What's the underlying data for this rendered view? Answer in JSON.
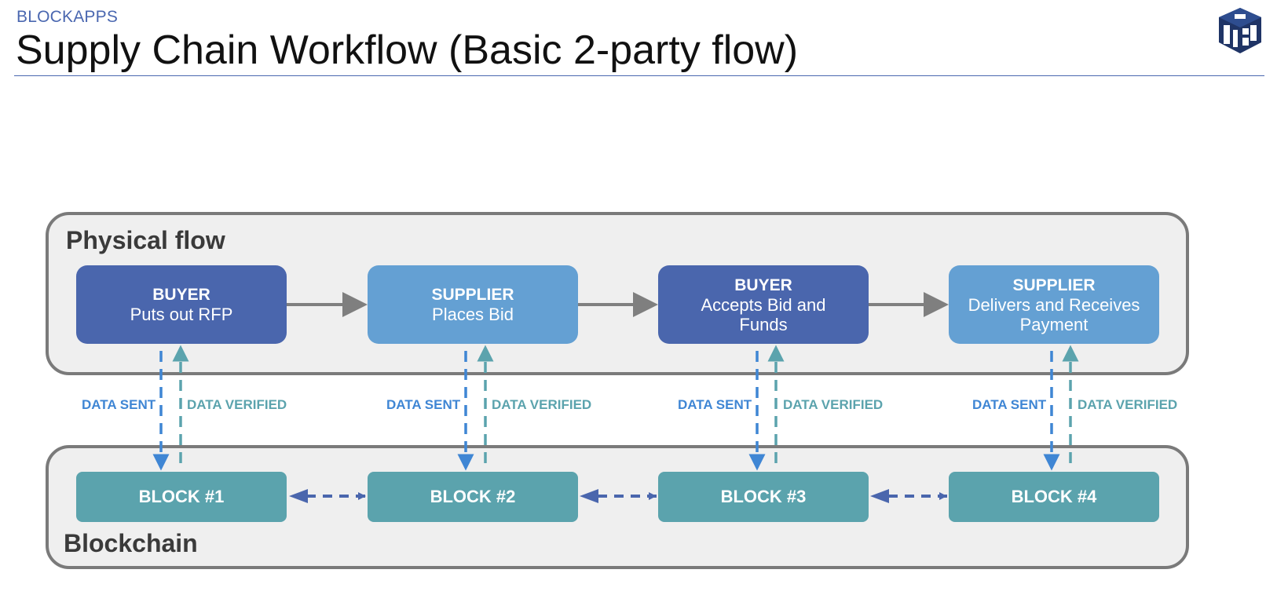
{
  "header": {
    "brand": "BLOCKAPPS",
    "title": "Supply Chain Workflow (Basic 2-party flow)"
  },
  "physical_flow": {
    "label": "Physical flow",
    "steps": [
      {
        "role": "BUYER",
        "action": "Puts out RFP",
        "style": "dark"
      },
      {
        "role": "SUPPLIER",
        "action": "Places Bid",
        "style": "light"
      },
      {
        "role": "BUYER",
        "action": "Accepts Bid and Funds",
        "style": "dark"
      },
      {
        "role": "SUPPLIER",
        "action": "Delivers and Receives Payment",
        "style": "light"
      }
    ]
  },
  "data_exchange": {
    "sent_label": "DATA SENT",
    "verified_label": "DATA VERIFIED"
  },
  "blockchain": {
    "label": "Blockchain",
    "blocks": [
      "BLOCK #1",
      "BLOCK #2",
      "BLOCK #3",
      "BLOCK #4"
    ]
  },
  "colors": {
    "buyer": "#4a66ad",
    "supplier": "#64a0d3",
    "block": "#5ba3ad",
    "data_sent": "#3f86d4",
    "data_verified": "#5ba3ad",
    "panel_border": "#7a7a7a",
    "flow_arrow": "#7f7f7f",
    "block_link": "#4a66ad"
  }
}
